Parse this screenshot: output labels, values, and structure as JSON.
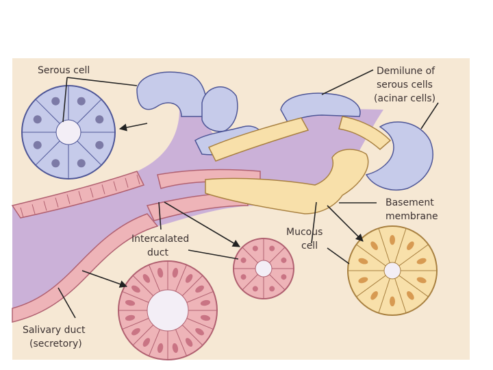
{
  "figure": {
    "labels": {
      "serous_cell": "Serous cell",
      "demilune_line1": "Demilune of",
      "demilune_line2": "serous cells",
      "demilune_line3": "(acinar cells)",
      "basement_line1": "Basement",
      "basement_line2": "membrane",
      "intercalated_line1": "Intercalated",
      "intercalated_line2": "duct",
      "mucous_line1": "Mucous",
      "mucous_line2": "cell",
      "salivary_line1": "Salivary duct",
      "salivary_line2": "(secretory)"
    },
    "colors": {
      "background": "#f6e8d4",
      "lumen": "#cbb1d8",
      "duct_cell": "#eeb4b8",
      "duct_outline": "#b06070",
      "serous_cell": "#c6cbea",
      "serous_outline": "#4d5596",
      "mucous_cell": "#f8e0aa",
      "mucous_outline": "#a88040",
      "nucleus_pink": "#c97484",
      "nucleus_blue": "#7c7aa6",
      "nucleus_mucous": "#d79a52"
    }
  }
}
